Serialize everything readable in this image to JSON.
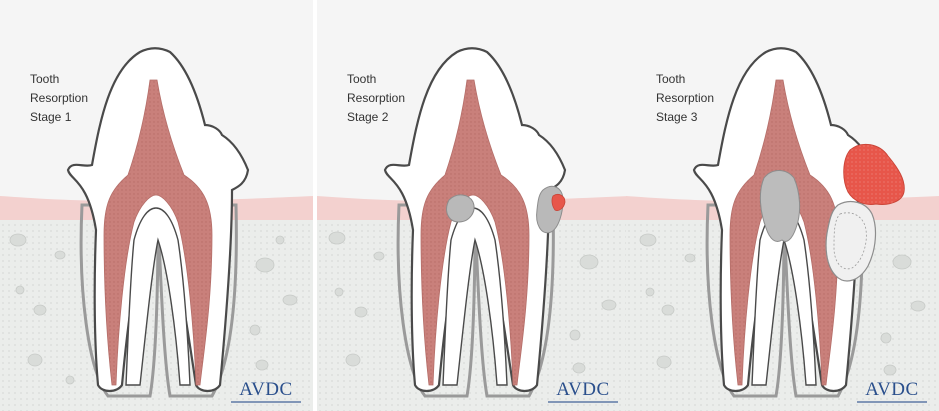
{
  "panels": [
    {
      "title": "Tooth\nResorption\nStage 1",
      "stage": 1
    },
    {
      "title": "Tooth\nResorption\nStage 2",
      "stage": 2
    },
    {
      "title": "Tooth\nResorption\nStage 3",
      "stage": 3
    }
  ],
  "logo": {
    "text": "AVDC"
  },
  "colors": {
    "background_top": "#f4f4f4",
    "bone": "#ebedeb",
    "gum": "#f3d1cf",
    "pulp": "#c9807b",
    "enamel": "#ffffff",
    "outline": "#4a4a4a",
    "resorption_gray": "#b9b9b9",
    "resorption_red": "#e7564a",
    "logo_blue": "#2a4f8c"
  }
}
